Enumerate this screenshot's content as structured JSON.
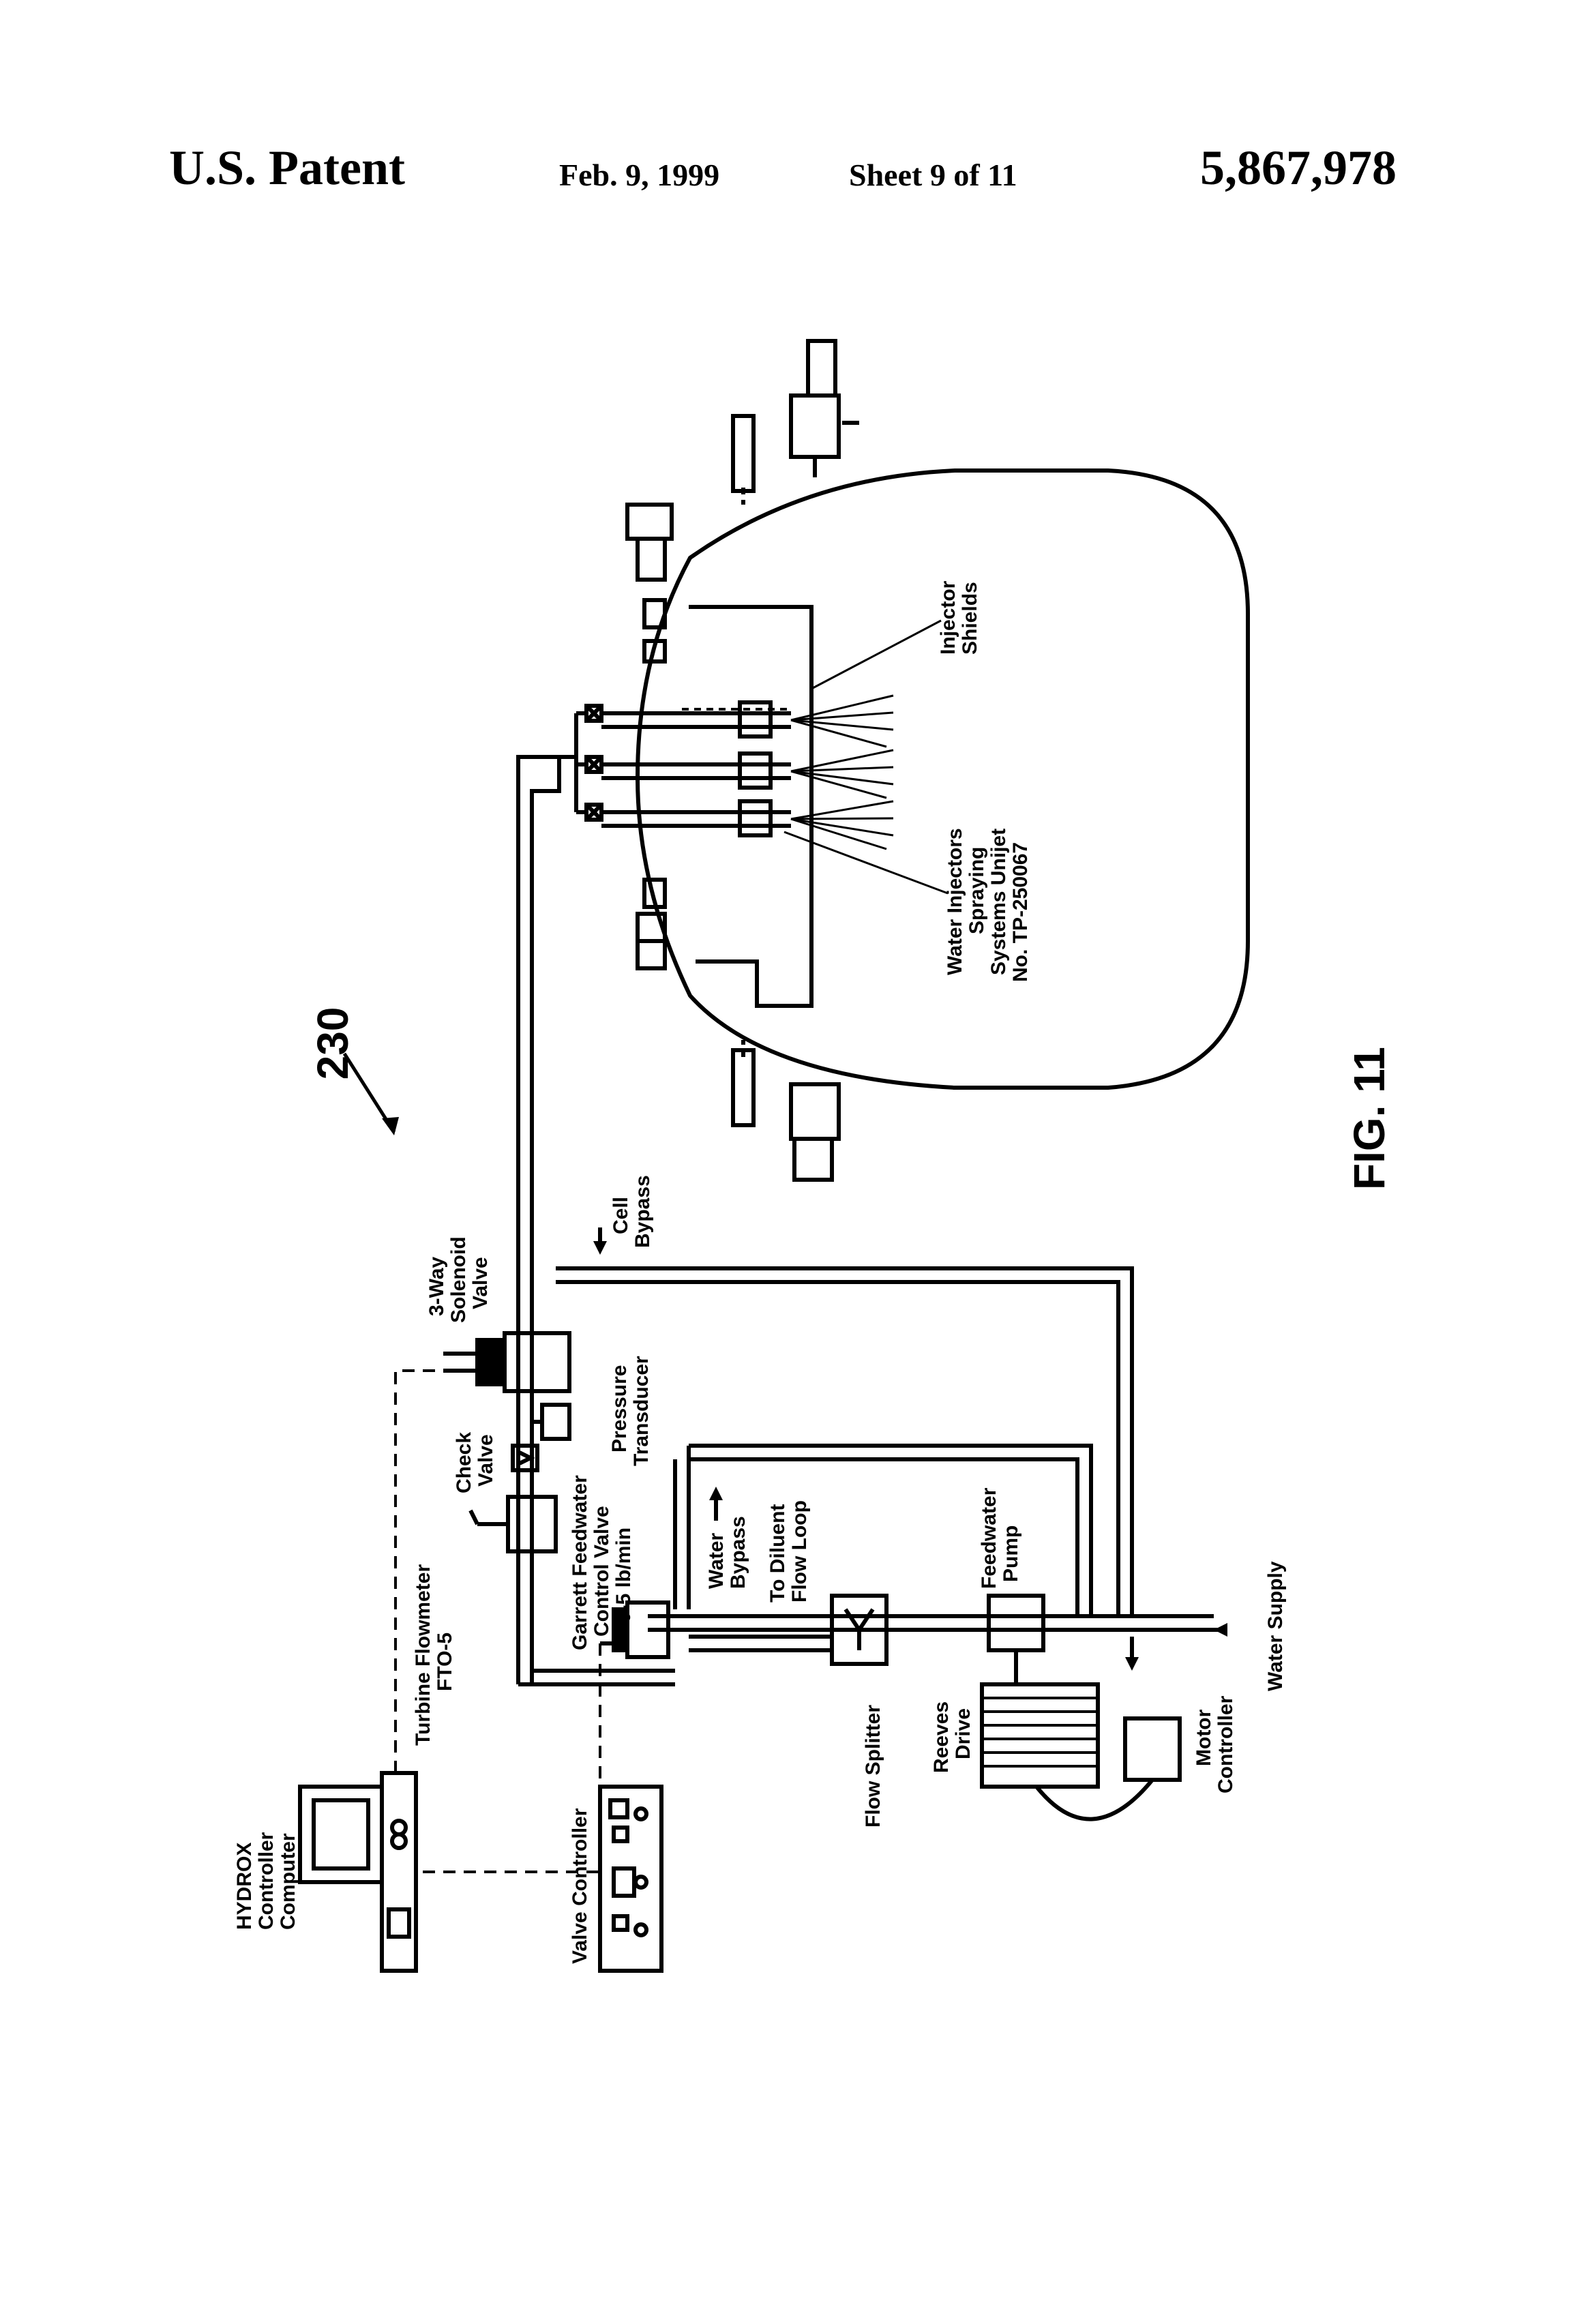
{
  "header": {
    "left": "U.S. Patent",
    "date": "Feb. 9, 1999",
    "sheet": "Sheet 9 of 11",
    "patent_number": "5,867,978"
  },
  "figure": {
    "ref_number": "230",
    "caption": "FIG. 11"
  },
  "labels": {
    "hydrox": [
      "HYDROX",
      "Controller",
      "Computer"
    ],
    "valve_controller": "Valve Controller",
    "turbine_flowmeter": [
      "Turbine Flowmeter",
      "FTO-5"
    ],
    "garrett": [
      "Garrett Feedwater",
      "Control Valve",
      "0-5 lb/min"
    ],
    "check_valve": [
      "Check",
      "Valve"
    ],
    "pressure_transducer": [
      "Pressure",
      "Transducer"
    ],
    "solenoid": [
      "3-Way",
      "Solenoid",
      "Valve"
    ],
    "cell_bypass": [
      "Cell",
      "Bypass"
    ],
    "water_bypass": [
      "Water",
      "Bypass"
    ],
    "diluent_loop": [
      "To Diluent",
      "Flow Loop"
    ],
    "flow_splitter": "Flow Splitter",
    "feedwater_pump": [
      "Feedwater",
      "Pump"
    ],
    "water_supply": "Water Supply",
    "reeves_drive": [
      "Reeves",
      "Drive"
    ],
    "motor_controller": [
      "Motor",
      "Controller"
    ],
    "water_injectors": [
      "Water Injectors",
      "Spraying",
      "Systems Unijet",
      "No. TP-250067"
    ],
    "injector_shields": [
      "Injector",
      "Shields"
    ]
  }
}
